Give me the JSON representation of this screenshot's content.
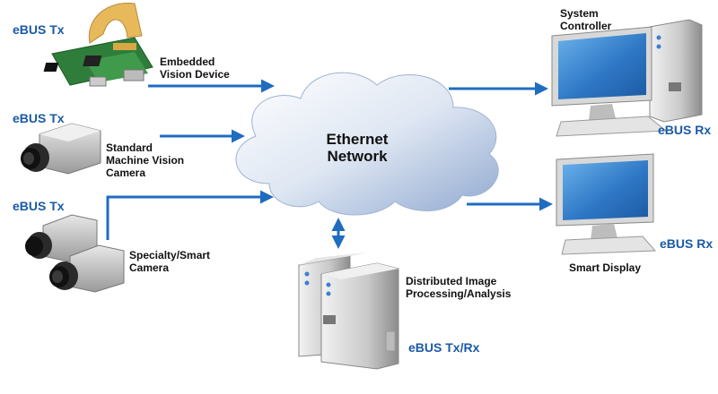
{
  "cloud": {
    "line1": "Ethernet",
    "line2": "Network"
  },
  "devices": {
    "embedded": {
      "tag": "eBUS Tx",
      "line1": "Embedded",
      "line2": "Vision Device"
    },
    "standard": {
      "tag": "eBUS Tx",
      "line1": "Standard",
      "line2": "Machine Vision",
      "line3": "Camera"
    },
    "specialty": {
      "tag": "eBUS Tx",
      "line1": "Specialty/Smart",
      "line2": "Camera"
    },
    "distributed": {
      "tag": "eBUS Tx/Rx",
      "line1": "Distributed Image",
      "line2": "Processing/Analysis"
    },
    "controller": {
      "tag": "eBUS Rx",
      "line1": "System",
      "line2": "Controller"
    },
    "display": {
      "tag": "eBUS Rx",
      "line1": "Smart Display"
    }
  },
  "colors": {
    "arrow": "#1f6cc0",
    "label_blue": "#1a5aa6",
    "cloud": "#c9d6ea"
  }
}
